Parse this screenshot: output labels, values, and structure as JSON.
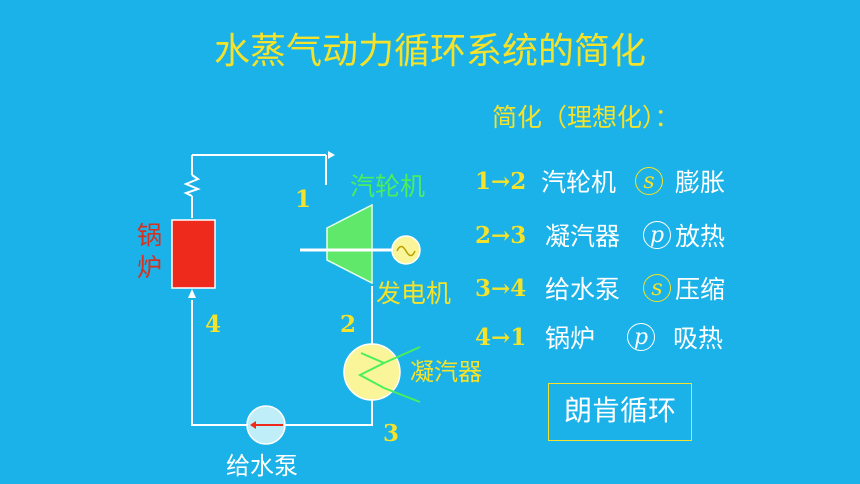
{
  "title": "水蒸气动力循环系统的简化",
  "subtitle": "简化（理想化）：",
  "diagram": {
    "boiler_label": "锅炉",
    "turbine_label": "汽轮机",
    "generator_label": "发电机",
    "condenser_label": "凝汽器",
    "pump_label": "给水泵",
    "points": [
      "1",
      "2",
      "3",
      "4"
    ]
  },
  "processes": [
    {
      "step": "1→2",
      "device": "汽轮机",
      "symbol": "s",
      "action": "膨胀"
    },
    {
      "step": "2→3",
      "device": "凝汽器",
      "symbol": "p",
      "action": "放热"
    },
    {
      "step": "3→4",
      "device": "给水泵",
      "symbol": "s",
      "action": "压缩"
    },
    {
      "step": "4→1",
      "device": "锅炉",
      "symbol": "p",
      "action": "吸热"
    }
  ],
  "cycle_name": "朗肯循环",
  "colors": {
    "background": "#1ab2e8",
    "yellow": "#f5e22a",
    "boiler": "#ee2a1c",
    "boiler_label": "#d7301e",
    "turbine": "#5fe869",
    "turbine_label": "#4bef5c",
    "condenser": "#fbf59a",
    "pump": "#bfeef8"
  }
}
